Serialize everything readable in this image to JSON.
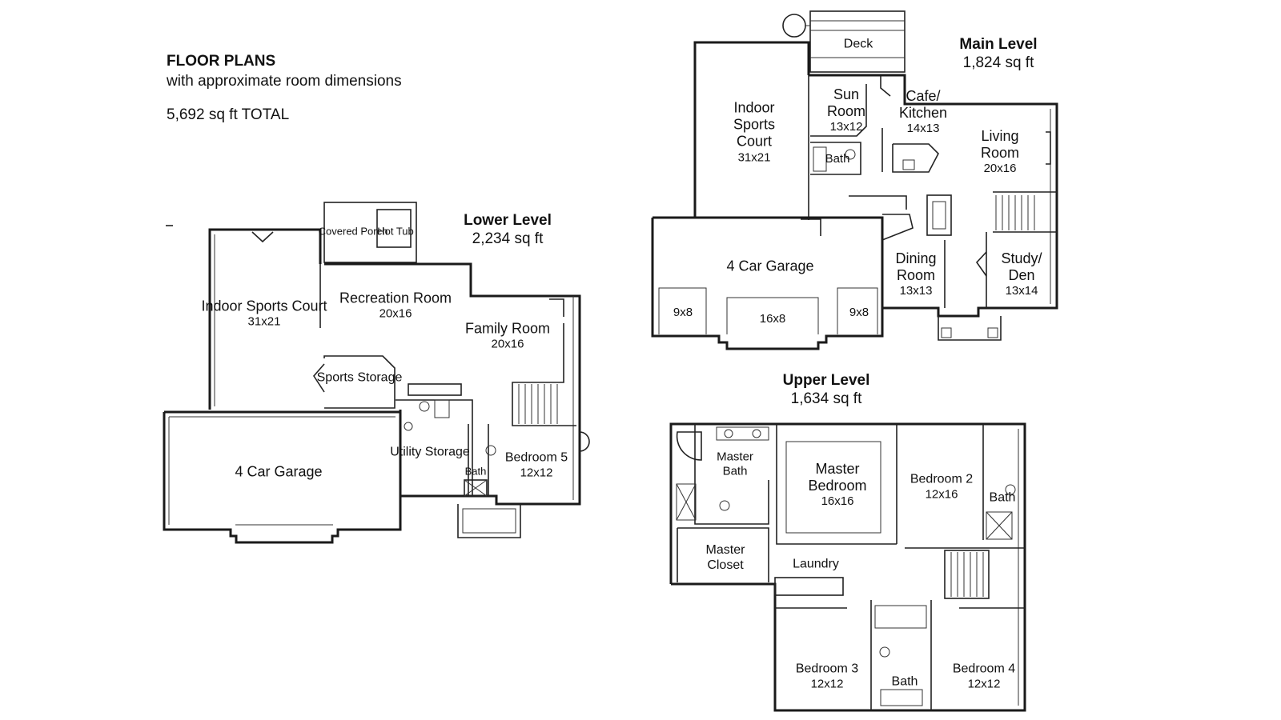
{
  "header": {
    "title": "FLOOR PLANS",
    "subtitle": "with approximate room dimensions",
    "total": "5,692 sq ft TOTAL"
  },
  "lower": {
    "name": "Lower Level",
    "area": "2,234 sq ft",
    "rooms": {
      "covered_porch": "Covered Porch",
      "hot_tub": "Hot Tub",
      "sports_court": "Indoor Sports Court",
      "sports_court_dim": "31x21",
      "recreation": "Recreation Room",
      "recreation_dim": "20x16",
      "family": "Family Room",
      "family_dim": "20x16",
      "sports_storage": "Sports Storage",
      "garage": "4 Car Garage",
      "utility": "Utility Storage",
      "bath": "Bath",
      "bedroom5": "Bedroom 5",
      "bedroom5_dim": "12x12"
    }
  },
  "main": {
    "name": "Main Level",
    "area": "1,824 sq ft",
    "rooms": {
      "deck": "Deck",
      "sports_court": "Indoor Sports Court",
      "sports_court_dim": "31x21",
      "sun_room": "Sun Room",
      "sun_room_dim": "13x12",
      "cafe": "Cafe/ Kitchen",
      "cafe_dim": "14x13",
      "living": "Living Room",
      "living_dim": "20x16",
      "bath": "Bath",
      "garage": "4 Car Garage",
      "bay1": "9x8",
      "bay2": "16x8",
      "bay3": "9x8",
      "dining": "Dining Room",
      "dining_dim": "13x13",
      "study": "Study/ Den",
      "study_dim": "13x14"
    }
  },
  "upper": {
    "name": "Upper Level",
    "area": "1,634 sq ft",
    "rooms": {
      "master_bath": "Master Bath",
      "master_bedroom": "Master Bedroom",
      "master_bedroom_dim": "16x16",
      "bedroom2": "Bedroom 2",
      "bedroom2_dim": "12x16",
      "bath1": "Bath",
      "master_closet": "Master Closet",
      "laundry": "Laundry",
      "bedroom3": "Bedroom 3",
      "bedroom3_dim": "12x12",
      "bath2": "Bath",
      "bedroom4": "Bedroom 4",
      "bedroom4_dim": "12x12"
    }
  }
}
